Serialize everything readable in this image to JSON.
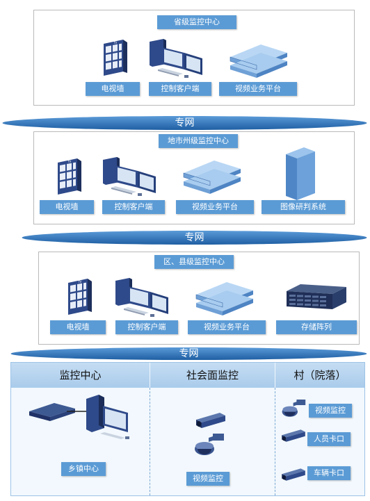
{
  "province": {
    "title": "省级监控中心",
    "items": [
      "电视墙",
      "控制客户端",
      "视频业务平台"
    ]
  },
  "network_labels": [
    "专网",
    "专网",
    "专网"
  ],
  "city": {
    "title": "地市州级监控中心",
    "items": [
      "电视墙",
      "控制客户端",
      "视频业务平台",
      "图像研判系统"
    ]
  },
  "district": {
    "title": "区、县级监控中心",
    "items": [
      "电视墙",
      "控制客户端",
      "视频业务平台",
      "存储阵列"
    ]
  },
  "bottom": {
    "columns": [
      "监控中心",
      "社会面监控",
      "村（院落）"
    ],
    "township_label": "乡镇中心",
    "social_label": "视频监控",
    "village_labels": [
      "视频监控",
      "人员卡口",
      "车辆卡口"
    ]
  },
  "colors": {
    "accent": "#5b9bd5",
    "network": "#2e75b6",
    "device": "#2f4a8a"
  }
}
